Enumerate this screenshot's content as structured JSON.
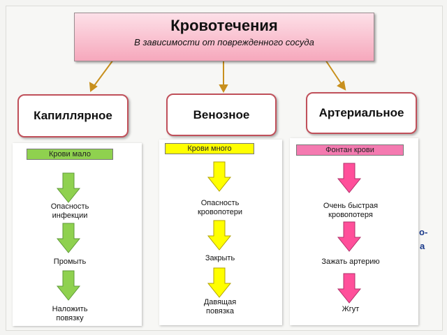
{
  "title": "Кровотечения",
  "subtitle": "В зависимости от поврежденного сосуда",
  "categories": {
    "capillary": "Капиллярное",
    "venous": "Венозное",
    "arterial": "Артериальное"
  },
  "columns": {
    "capillary": {
      "header": "Крови мало",
      "steps": [
        "Опасность\nинфекции",
        "Промыть",
        "Наложить\nповязку"
      ]
    },
    "venous": {
      "header": "Крови много",
      "steps": [
        "Опасность\nкровопотери",
        "Закрыть",
        "Давящая\nповязка"
      ]
    },
    "arterial": {
      "header": "Фонтан крови",
      "steps": [
        "Очень быстрая\nкровопотеря",
        "Зажать артерию",
        "Жгут"
      ]
    }
  },
  "edge_fragments": [
    "о-",
    "а"
  ],
  "colors": {
    "capillary_arrow": "#8fd14f",
    "venous_arrow": "#ffff00",
    "arterial_arrow": "#ff4f9a",
    "connector": "#c8901e"
  }
}
